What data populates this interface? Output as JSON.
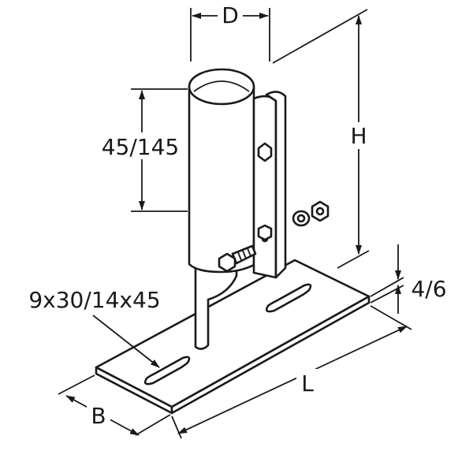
{
  "dimensions": {
    "diameter": "D",
    "height": "H",
    "insertion_depth": "45/145",
    "plate_thickness": "4/6",
    "slot_size": "9x30/14x45",
    "length": "L",
    "width": "B"
  }
}
